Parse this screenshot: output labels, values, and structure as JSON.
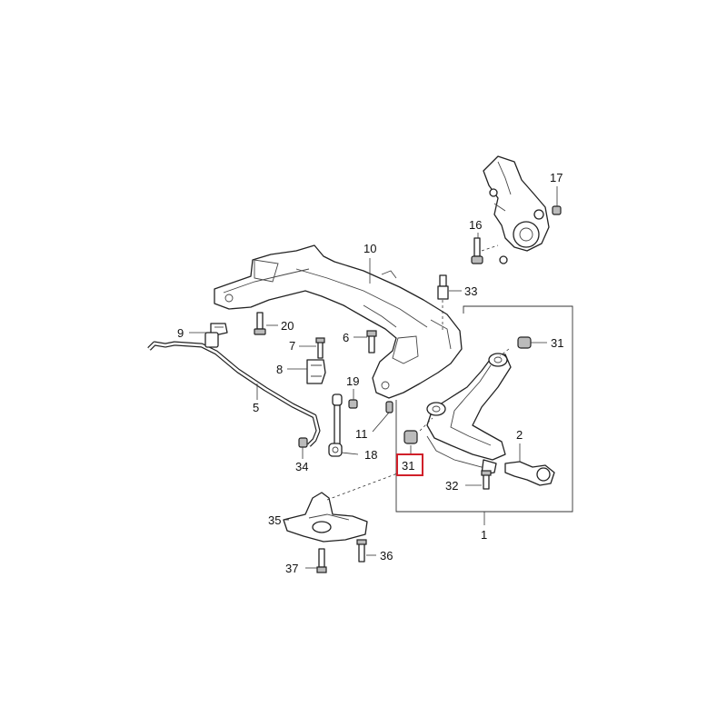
{
  "diagram": {
    "callouts": {
      "c1": "1",
      "c2": "2",
      "c5": "5",
      "c6": "6",
      "c7": "7",
      "c8": "8",
      "c9": "9",
      "c10": "10",
      "c11": "11",
      "c16": "16",
      "c17": "17",
      "c18": "18",
      "c19": "19",
      "c20": "20",
      "c31a": "31",
      "c31b": "31",
      "c32": "32",
      "c33": "33",
      "c34": "34",
      "c35": "35",
      "c36": "36",
      "c37": "37"
    },
    "highlight_color": "#d0202a"
  }
}
